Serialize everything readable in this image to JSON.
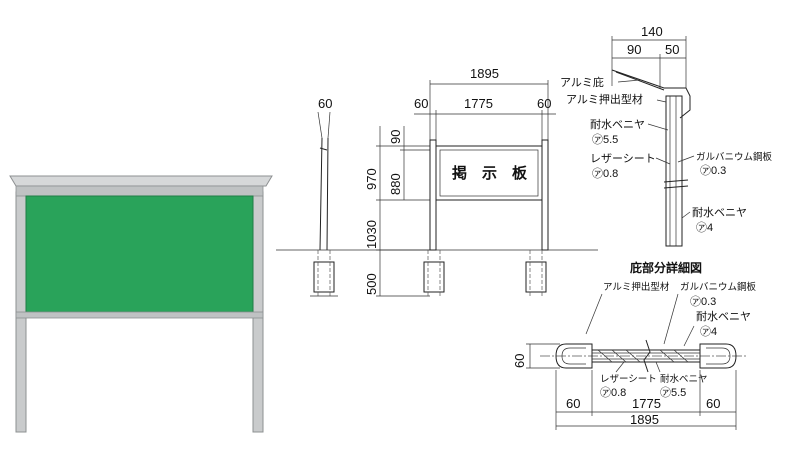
{
  "colors": {
    "board_green": "#29a35a",
    "frame_silver": "#c9cbcc",
    "frame_shadow": "#8d9092",
    "line": "#222222"
  },
  "side_view": {
    "dims": {
      "top_width": "60",
      "top_panel": "90",
      "panel": "880",
      "board_total": "970",
      "post_above_ground": "1030",
      "embed": "500"
    }
  },
  "front_view": {
    "dims": {
      "overall": "1895",
      "post_left": "60",
      "inner": "1775",
      "post_right": "60"
    },
    "sign_text": "掲　示　板"
  },
  "eave_detail": {
    "dims": {
      "total": "140",
      "part_a": "90",
      "part_b": "50"
    },
    "labels": {
      "eave": "アルミ庇",
      "extrusion": "アルミ押出型材",
      "plywood_top": "耐水ベニヤ",
      "plywood_top_t": "㋐5.5",
      "sheet": "レザーシート",
      "sheet_t": "㋐0.8",
      "galv": "ガルバニウム鋼板",
      "galv_t": "㋐0.3",
      "plywood_back": "耐水ベニヤ",
      "plywood_back_t": "㋐4"
    }
  },
  "bottom_detail": {
    "title": "庇部分詳細図",
    "labels": {
      "extrusion": "アルミ押出型材",
      "galv": "ガルバニウム鋼板",
      "galv_t": "㋐0.3",
      "plywood": "耐水ベニヤ",
      "plywood_t": "㋐4",
      "sheet": "レザーシート",
      "sheet_t": "㋐0.8",
      "plywood_small": "耐水ベニヤ",
      "plywood_small_t": "㋐5.5"
    },
    "dims": {
      "depth": "60",
      "left": "60",
      "inner": "1775",
      "right": "60",
      "overall": "1895"
    }
  }
}
